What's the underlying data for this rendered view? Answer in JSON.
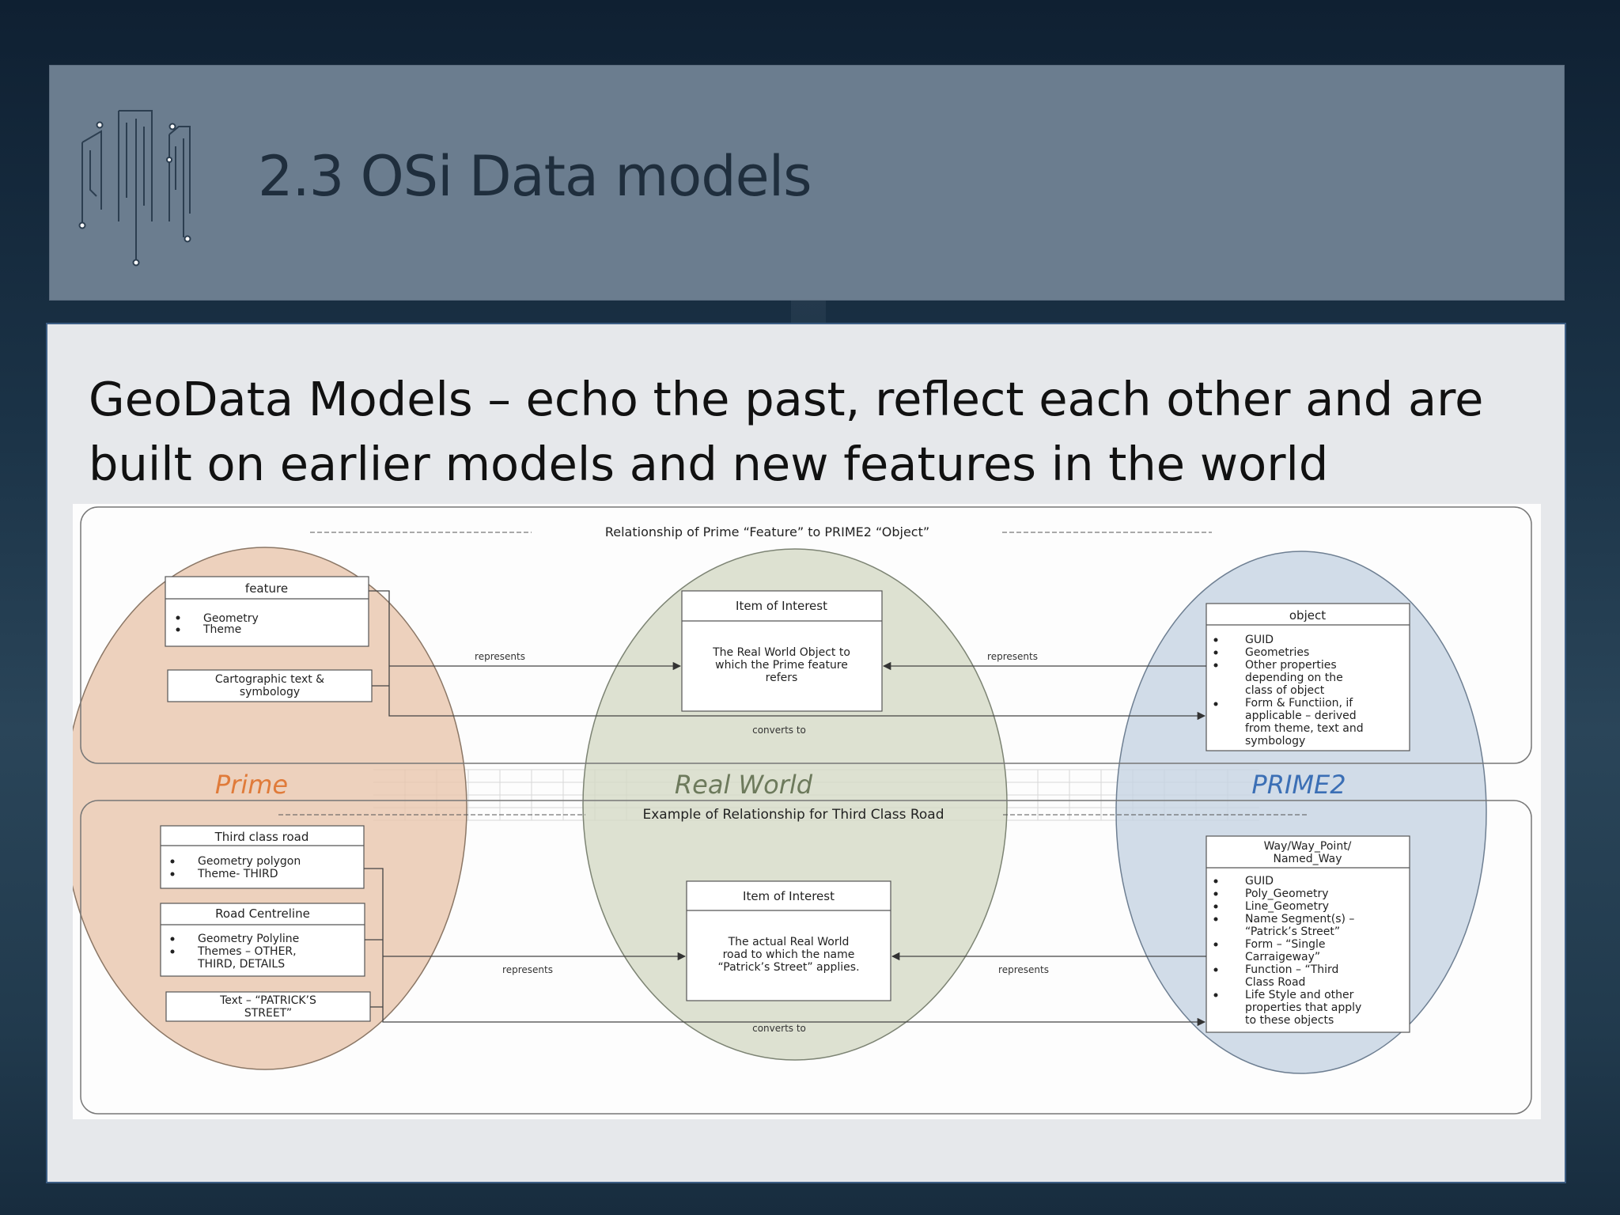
{
  "slide": {
    "title": "2.3 OSi Data models",
    "headline": "GeoData Models – echo the past, reflect each other and are built on earlier models and new features in the world",
    "logo_icon": "city-circuit-icon"
  },
  "diagram": {
    "top_section_title": "Relationship of Prime “Feature” to PRIME2 “Object”",
    "bottom_section_title": "Example of Relationship for Third Class Road",
    "ellipse_labels": {
      "prime": "Prime",
      "real_world": "Real World",
      "prime2": "PRIME2"
    },
    "colors": {
      "prime_fill": "#e9c6ad",
      "prime_label": "#e07b3a",
      "real_world_fill": "#d4dac6",
      "real_world_label": "#6d7a5c",
      "prime2_fill": "#c5d3e2",
      "prime2_label": "#3b6fb5"
    },
    "arrow_labels": {
      "top_represents_left": "represents",
      "top_represents_right": "represents",
      "top_converts": "converts to",
      "bottom_represents_left": "represents",
      "bottom_represents_right": "represents",
      "bottom_converts": "converts to"
    },
    "top": {
      "feature_box": {
        "title": "feature",
        "items": [
          "Geometry",
          "Theme"
        ]
      },
      "cartographic_box": {
        "lines": [
          "Cartographic text &",
          "symbology"
        ]
      },
      "interest_box": {
        "title": "Item of Interest",
        "lines": [
          "The Real World Object to",
          "which the Prime feature",
          "refers"
        ]
      },
      "object_box": {
        "title": "object",
        "items": [
          [
            "GUID"
          ],
          [
            "Geometries"
          ],
          [
            "Other properties",
            "depending on the",
            "class of object"
          ],
          [
            "Form & Functiion, if",
            "applicable – derived",
            "from theme, text and",
            "symbology"
          ]
        ]
      }
    },
    "bottom": {
      "third_class_box": {
        "title": "Third class road",
        "items": [
          [
            "Geometry polygon"
          ],
          [
            "Theme- THIRD"
          ]
        ]
      },
      "centreline_box": {
        "title": "Road Centreline",
        "items": [
          [
            "Geometry Polyline"
          ],
          [
            "Themes – OTHER,",
            "THIRD, DETAILS"
          ]
        ]
      },
      "text_box": {
        "lines": [
          "Text – “PATRICK’S",
          "STREET”"
        ]
      },
      "interest_box": {
        "title": "Item of Interest",
        "lines": [
          "The actual Real World",
          "road to which the name",
          "“Patrick’s Street” applies."
        ]
      },
      "way_box": {
        "title_lines": [
          "Way/Way_Point/",
          "Named_Way"
        ],
        "items": [
          [
            "GUID"
          ],
          [
            "Poly_Geometry"
          ],
          [
            "Line_Geometry"
          ],
          [
            "Name Segment(s) –",
            "“Patrick’s Street”"
          ],
          [
            "Form – “Single",
            "Carraigeway”"
          ],
          [
            "Function – “Third",
            "Class Road"
          ],
          [
            "Life Style and other",
            "properties that apply",
            "to these objects"
          ]
        ]
      }
    }
  }
}
